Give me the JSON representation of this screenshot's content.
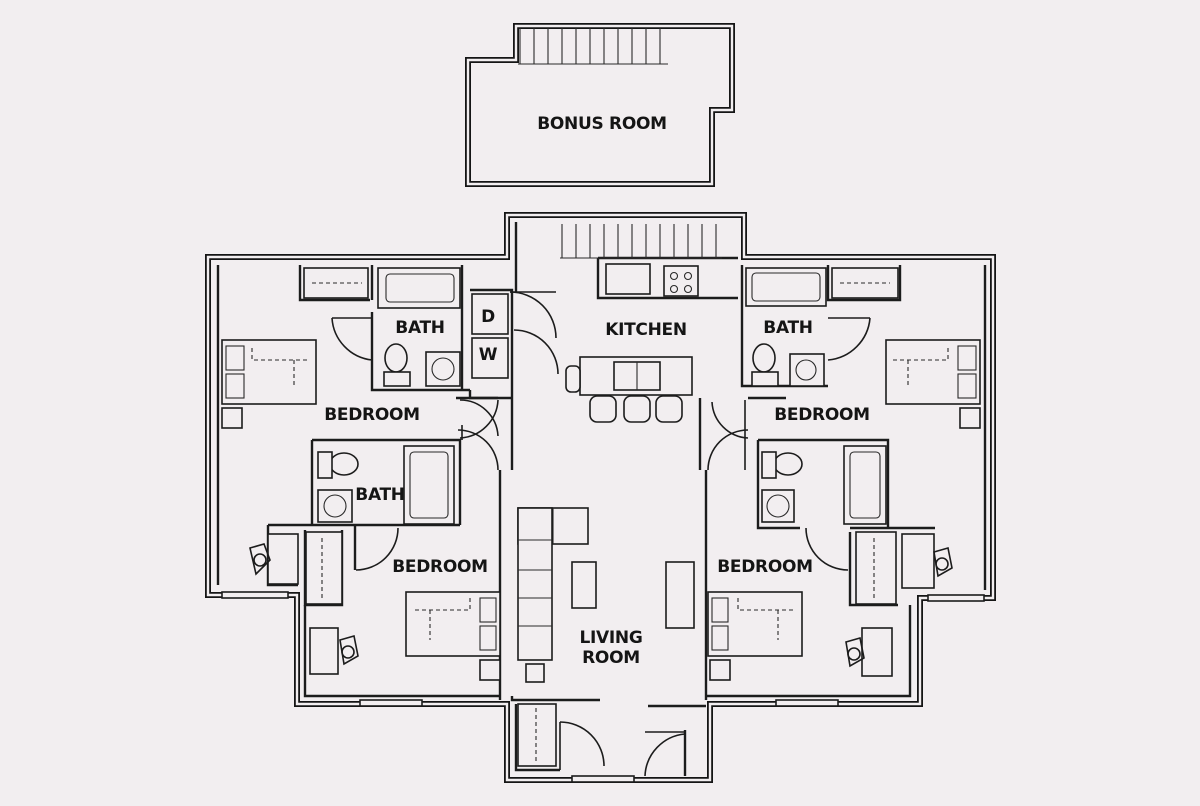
{
  "rooms": {
    "bonus_room": "BONUS ROOM",
    "kitchen": "KITCHEN",
    "bath_top_left": "BATH",
    "bath_top_right": "BATH",
    "bath_left": "BATH",
    "bedroom_top_left": "BEDROOM",
    "bedroom_top_right": "BEDROOM",
    "bedroom_bottom_left": "BEDROOM",
    "bedroom_bottom_right": "BEDROOM",
    "living_room_line1": "LIVING",
    "living_room_line2": "ROOM",
    "dryer": "D",
    "washer": "W"
  },
  "colors": {
    "background": "#f2eef0",
    "line": "#151515"
  }
}
